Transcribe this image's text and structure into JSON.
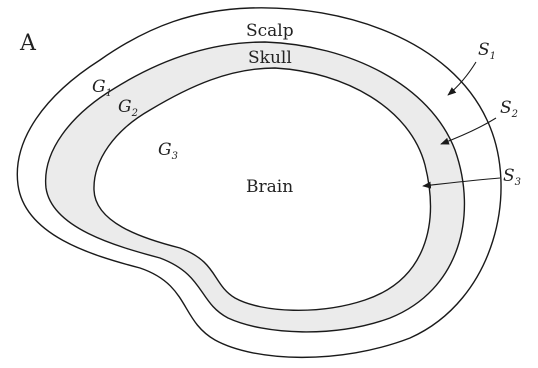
{
  "panel_label": "A",
  "regions": {
    "scalp": "Scalp",
    "skull": "Skull",
    "brain": "Brain"
  },
  "conductivities": [
    {
      "symbol": "G",
      "sub": "1"
    },
    {
      "symbol": "G",
      "sub": "2"
    },
    {
      "symbol": "G",
      "sub": "3"
    }
  ],
  "surfaces": [
    {
      "symbol": "S",
      "sub": "1"
    },
    {
      "symbol": "S",
      "sub": "2"
    },
    {
      "symbol": "S",
      "sub": "3"
    }
  ],
  "colors": {
    "line": "#1a1a1a",
    "skull_fill": "#ebebeb",
    "background": "#ffffff"
  }
}
